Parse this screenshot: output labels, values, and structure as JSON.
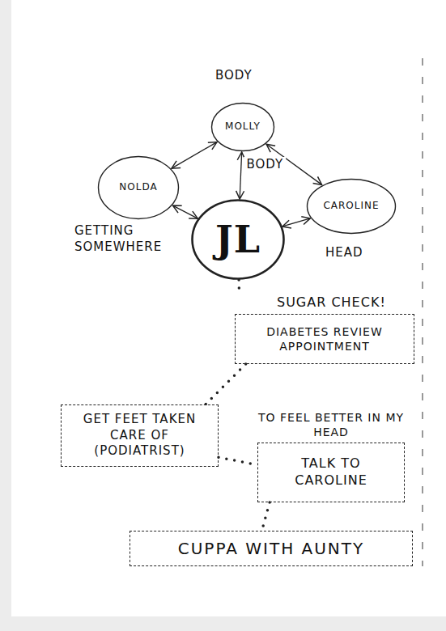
{
  "diagram": {
    "nodes": [
      {
        "text": [
          "MOLLY"
        ]
      },
      {
        "text": [
          "NOLDA"
        ]
      },
      {
        "text": [
          "CAROLINE"
        ]
      },
      {
        "text": [
          "JL"
        ]
      },
      {
        "text": [
          "SUGAR CHECK!",
          "DIABETES REVIEW APPOINTMENT"
        ]
      },
      {
        "text": [
          "GET FEET TAKEN CARE OF (PODIATRIST)"
        ]
      },
      {
        "text": [
          "TO FEEL BETTER IN MY HEAD",
          "TALK TO CAROLINE"
        ]
      },
      {
        "text": [
          "CUPPA WITH AUNTY"
        ]
      }
    ],
    "edges": [
      {
        "from": 0,
        "to": 1,
        "arrow": "both"
      },
      {
        "from": 0,
        "to": 2,
        "arrow": "both"
      },
      {
        "from": 0,
        "to": 3,
        "label": "BODY",
        "arrow": "both"
      },
      {
        "from": 1,
        "to": 3,
        "arrow": "both"
      },
      {
        "from": 2,
        "to": 3,
        "arrow": "both"
      },
      {
        "from": 3,
        "to": 4,
        "arrow": "none"
      },
      {
        "from": 4,
        "to": 5,
        "arrow": "none"
      },
      {
        "from": 5,
        "to": 6,
        "arrow": "none"
      },
      {
        "from": 6,
        "to": 7,
        "arrow": "none"
      }
    ],
    "labels": [
      "BODY",
      "GETTING SOMEWHERE",
      "HEAD"
    ]
  }
}
